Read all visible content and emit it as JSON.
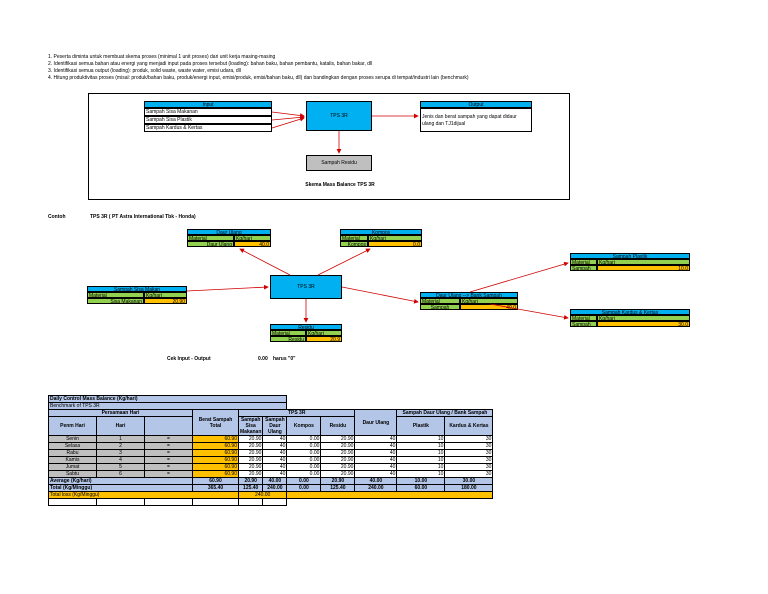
{
  "instructions": [
    "1. Peserta diminta untuk membuat skema proses (minimal 1 unit proses) dari unit kerja masing-masing",
    "2. Identifikasi semua bahan atau energi yang menjadi input pada proses tersebut (loading): bahan baku, bahan pembantu, katalis, bahan bakar, dll",
    "3. Identifikasi semua output (loading): produk, solid waste, waste water, emisi udara, dll",
    "4. Hitung produktivitas proses (misal: produk/bahan baku, produk/energi input, emisi/produk, emisi/bahan baku, dll) dan bandingkan dengan proses serupa di tempat/industri lain (benchmark)"
  ],
  "schema": {
    "input_header": "Input",
    "input_items": [
      "Sampah Sisa Makanan",
      "Sampah Sisa Plastik",
      "Sampah Kardus & Kertas"
    ],
    "process": "TPS 3R",
    "output_header": "Output",
    "output_text": "Jenis dan berat sampah yang dapat didaur ulang dan TJ1dijual",
    "residue": "Sampah Residu",
    "caption": "Skema Mass Balance TPS 3R"
  },
  "example": {
    "label": "Contoh",
    "title": "TPS 3R ( PT Astra International Tbk - Honda)",
    "daur_ulang": {
      "header": "Daur Ulang",
      "col1": "Material",
      "col2": "Kg/hari",
      "item": "Daur Ulang",
      "value": "40.0"
    },
    "kompos": {
      "header": "Kompos",
      "col1": "Material",
      "col2": "Kg/hari",
      "item": "Kompos",
      "value": "0.0"
    },
    "sisa_makan": {
      "header": "Sampah Sisa Makan",
      "col1": "Material",
      "col2": "Kg/hari",
      "item": "Sisa Makanan",
      "value": "20.90"
    },
    "tps": "TPS 3R",
    "bank": {
      "header": "Daur Ulang --> Bank Sampah",
      "col1": "Material",
      "col2": "Kg/hari",
      "item": "Sampah",
      "value": "40.0"
    },
    "plastik": {
      "header": "Sampah Plastik",
      "col1": "Material",
      "col2": "Kg/hari",
      "item": "Sampah",
      "value": "10.0"
    },
    "kardus": {
      "header": "Sampah Kardus & Kertas",
      "col1": "Material",
      "col2": "Kg/hari",
      "item": "Sampah",
      "value": "30.0"
    },
    "residu": {
      "header": "Residu",
      "col1": "Material",
      "col2": "Kg/hari",
      "item": "Residu",
      "value": "20.9"
    },
    "cek_label": "Cek Input - Output",
    "cek_value": "0.00",
    "cek_note": "harus \"0\""
  },
  "daily": {
    "title": "Daily Control Mass Balance (Kg/hari)",
    "subtitle": "Benchmark of TPS 3R",
    "h_pers": "Persamaan Hari",
    "h_berat": "Berat Sampah Total",
    "h_tps": "TPS 3R",
    "h_bank": "Sampah Daur Ulang / Bank Sampah",
    "h_penm": "Penm Hari",
    "h_hari": "Hari",
    "h_sisa": "Sampah Sisa Makanan",
    "h_ulang": "Sampah Daur Ulang",
    "h_kompos": "Kompos",
    "h_residu": "Residu",
    "h_daur": "Daur Ulang",
    "h_plastik": "Plastik",
    "h_kardus": "Kardus & Kertas",
    "rows": [
      {
        "day": "Senin",
        "no": "1",
        "eq": "=",
        "total": "60.90",
        "sisa": "20.90",
        "ulang": "40",
        "kompos": "0.00",
        "residu": "20.90",
        "daur": "40",
        "plastik": "10",
        "kardus": "30"
      },
      {
        "day": "Selasa",
        "no": "2",
        "eq": "=",
        "total": "60.90",
        "sisa": "20.90",
        "ulang": "40",
        "kompos": "0.00",
        "residu": "20.90",
        "daur": "40",
        "plastik": "10",
        "kardus": "30"
      },
      {
        "day": "Rabu",
        "no": "3",
        "eq": "=",
        "total": "60.90",
        "sisa": "20.90",
        "ulang": "40",
        "kompos": "0.00",
        "residu": "20.90",
        "daur": "40",
        "plastik": "10",
        "kardus": "30"
      },
      {
        "day": "Kamis",
        "no": "4",
        "eq": "=",
        "total": "60.90",
        "sisa": "20.90",
        "ulang": "40",
        "kompos": "0.00",
        "residu": "20.90",
        "daur": "40",
        "plastik": "10",
        "kardus": "30"
      },
      {
        "day": "Jumat",
        "no": "5",
        "eq": "=",
        "total": "60.90",
        "sisa": "20.90",
        "ulang": "40",
        "kompos": "0.00",
        "residu": "20.90",
        "daur": "40",
        "plastik": "10",
        "kardus": "30"
      },
      {
        "day": "Sabtu",
        "no": "6",
        "eq": "=",
        "total": "60.90",
        "sisa": "20.90",
        "ulang": "40",
        "kompos": "0.00",
        "residu": "20.90",
        "daur": "40",
        "plastik": "10",
        "kardus": "30"
      }
    ],
    "average": {
      "label": "Average (Kg/hari)",
      "total": "60.90",
      "sisa": "20.90",
      "ulang": "40.00",
      "kompos": "0.00",
      "residu": "20.90",
      "daur": "40.00",
      "plastik": "10.00",
      "kardus": "30.00"
    },
    "total": {
      "label": "Total (Kg/Minggu)",
      "total": "365.40",
      "sisa": "125.40",
      "ulang": "240.00",
      "kompos": "0.00",
      "residu": "125.40",
      "daur": "240.00",
      "plastik": "60.00",
      "kardus": "180.00"
    },
    "loss": {
      "label": "Total loss (Kg/Minggu)",
      "value": "240.00"
    }
  }
}
